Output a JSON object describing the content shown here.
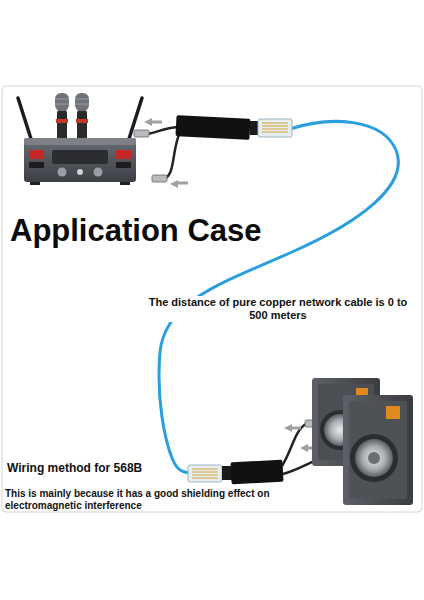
{
  "diagram": {
    "title": "Application Case",
    "labels": [
      "The distance of pure copper network cable is 0 to 500 meters",
      "Wiring method for 568B",
      "This is mainly because it has a good shielding effect on electromagnetic interference"
    ]
  }
}
